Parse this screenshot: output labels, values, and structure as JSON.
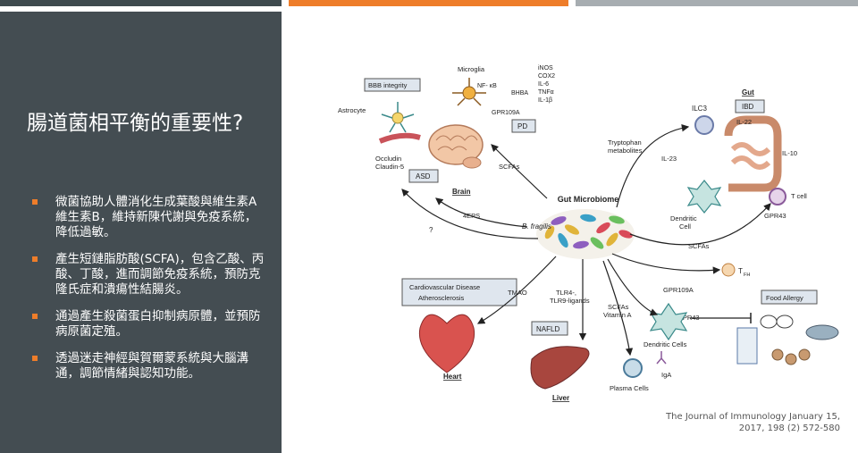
{
  "slide": {
    "title": "腸道菌相平衡的重要性?",
    "bullets": [
      "微菌協助人體消化生成葉酸與維生素A維生素B，維持新陳代謝與免疫系統，降低過敏。",
      "產生短鏈脂肪酸(SCFA)，包含乙酸、丙酸、丁酸，進而調節免疫系統，預防克隆氏症和潰瘍性結腸炎。",
      "通過產生殺菌蛋白抑制病原體，並預防病原菌定殖。",
      "透過迷走神經與賀爾蒙系統與大腦溝通，調節情緒與認知功能。"
    ],
    "citation": "The Journal of Immunology January 15, 2017, 198 (2) 572-580"
  },
  "colors": {
    "panel": "#444d52",
    "accent_orange": "#ee7d2a",
    "bar_gray": "#a7adb1",
    "bar_dark": "#3e4a4e"
  },
  "figure": {
    "center": "Gut Microbiome",
    "b_fragilis": "B. fragilis",
    "brain": {
      "label": "Brain",
      "asd": "ASD",
      "pd": "PD",
      "bbb": "BBB integrity",
      "astrocyte": "Astrocyte",
      "microglia": "Microglia",
      "occludin": "Occludin",
      "claudin": "Claudin-5",
      "nfkb": "NF- κB",
      "bhba": "BHBA",
      "gpr109a": "GPR109A",
      "scfas": "SCFAs",
      "eps": "4EPS",
      "question": "?"
    },
    "cytokines": [
      "iNOS",
      "COX2",
      "IL-6",
      "TNFα",
      "IL-1β"
    ],
    "gut": {
      "label": "Gut",
      "ibd": "IBD",
      "ilc3": "ILC3",
      "il22": "IL-22",
      "il23": "IL-23",
      "il10": "IL-10",
      "tcell": "T cell",
      "gpr43": "GPR43",
      "dendritic": "Dendritic",
      "cell": "Cell",
      "tryptophan": "Tryptophan",
      "metabolites": "metabolites",
      "scfas": "SCFAs"
    },
    "heart": {
      "box1": "Cardiovascular Disease",
      "box2": "Atherosclerosis",
      "label": "Heart",
      "tmao": "TMAO"
    },
    "liver": {
      "tlr4": "TLR4-,",
      "tlr9": "TLR9-ligands",
      "nafld": "NAFLD",
      "label": "Liver"
    },
    "immune": {
      "scfas": "SCFAs",
      "vitamin_a": "Vitamin A",
      "gpr109a": "GPR109A",
      "gpr43": "GPR43",
      "dendritic_cells": "Dendritic Cells",
      "plasma_cells": "Plasma Cells",
      "iga": "IgA",
      "tfh": "T",
      "tfh_sub": "FH",
      "food_allergy": "Food Allergy"
    }
  }
}
